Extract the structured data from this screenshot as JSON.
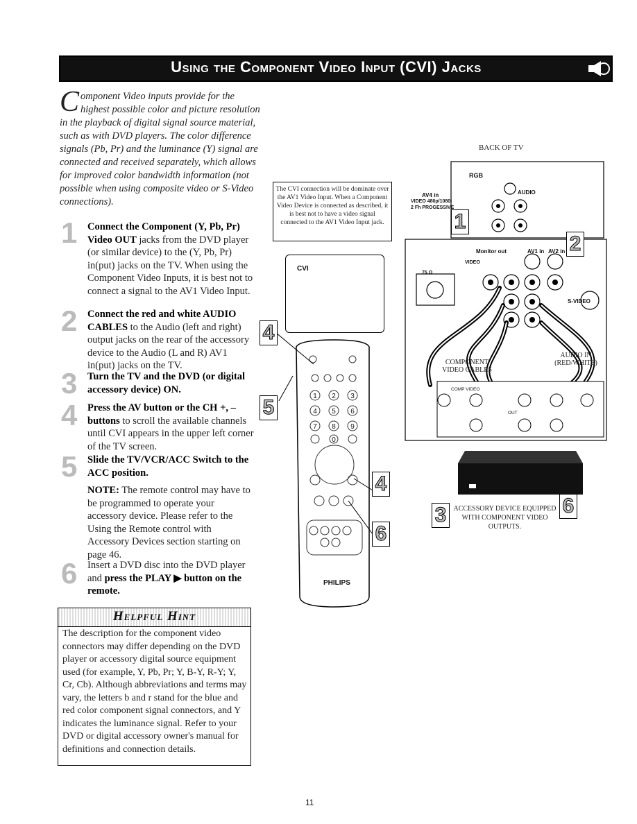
{
  "banner": {
    "title": "Using the Component Video Input (CVI) Jacks",
    "icon": "speaker-icon"
  },
  "intro": {
    "dropcap": "C",
    "text": "omponent Video inputs provide for the highest possible color and picture resolution in the playback of digital signal source material, such as with DVD players. The color difference signals (Pb, Pr) and the luminance (Y) signal are connected and received separately, which allows for improved color bandwidth information (not possible when using composite video or S-Video connections)."
  },
  "steps": [
    {
      "num": "1",
      "bold": "Connect the Component (Y, Pb, Pr) Video OUT",
      "text": " jacks from the DVD player (or similar device) to the (Y, Pb, Pr) in(put) jacks on the TV. When using the Component Video Inputs, it is best not to connect a signal to the AV1 Video Input."
    },
    {
      "num": "2",
      "bold": "Connect the red and white AUDIO CABLES",
      "text": " to the Audio (left and right) output jacks on the rear of the accessory device to the Audio (L and R) AV1 in(put) jacks on the TV."
    },
    {
      "num": "3",
      "bold": "Turn the TV and the DVD (or digital accessory device) ON.",
      "text": ""
    },
    {
      "num": "4",
      "bold": "Press the AV button or the CH +, – buttons",
      "text": " to scroll the available channels until CVI appears in the upper left corner of the TV screen."
    },
    {
      "num": "5",
      "bold": "Slide the TV/VCR/ACC Switch to the ACC position.",
      "text": ""
    },
    {
      "num": "6",
      "pre": "Insert a DVD disc into the DVD player and ",
      "bold": "press the PLAY ▶ button on the remote.",
      "text": ""
    }
  ],
  "note": {
    "label": "NOTE:",
    "text": " The remote control may have to be programmed to operate your accessory device. Please refer to the Using the Remote control with Accessory Devices section starting on page 46."
  },
  "hint": {
    "title": "Helpful Hint",
    "text": "The description for the component video connectors may differ depending on the DVD player or accessory digital source equipment used (for example, Y, Pb, Pr; Y, B-Y, R-Y; Y, Cr, Cb). Although abbreviations and terms may vary, the letters b and r stand for the blue and red color component signal connectors, and Y indicates the luminance signal. Refer to your DVD or digital accessory owner's manual for definitions and connection details."
  },
  "diagram": {
    "cvi_note": "The CVI connection will be dominate over the AV1 Video Input. When a Component Video Device is connected as described, it is best not to have a video signal connected to the AV1 Video Input jack.",
    "tv_screen_label": "CVI",
    "back_of_tv": "BACK OF TV",
    "rgb": "RGB",
    "av4_in": "AV4 in",
    "video_480p": "VIDEO 480p/1080i",
    "progressive": "2 Fh PROGESSIVE",
    "audio": "AUDIO",
    "monitor_out": "Monitor out",
    "av1_in": "AV1 in",
    "av2_in": "AV2 in",
    "video": "VIDEO",
    "s_video": "S-VIDEO",
    "antenna": "75 Ω",
    "component_cables": "COMPONENT VIDEO CABLES",
    "audio_in": "AUDIO IN (RED/WHITE)",
    "comp_video": "COMP VIDEO",
    "out": "OUT",
    "remote_brand": "PHILIPS",
    "accessory": "ACCESSORY DEVICE EQUIPPED WITH COMPONENT VIDEO OUTPUTS.",
    "callouts": [
      "4",
      "5",
      "4",
      "6",
      "2",
      "1",
      "3",
      "6"
    ]
  },
  "page_number": "11"
}
